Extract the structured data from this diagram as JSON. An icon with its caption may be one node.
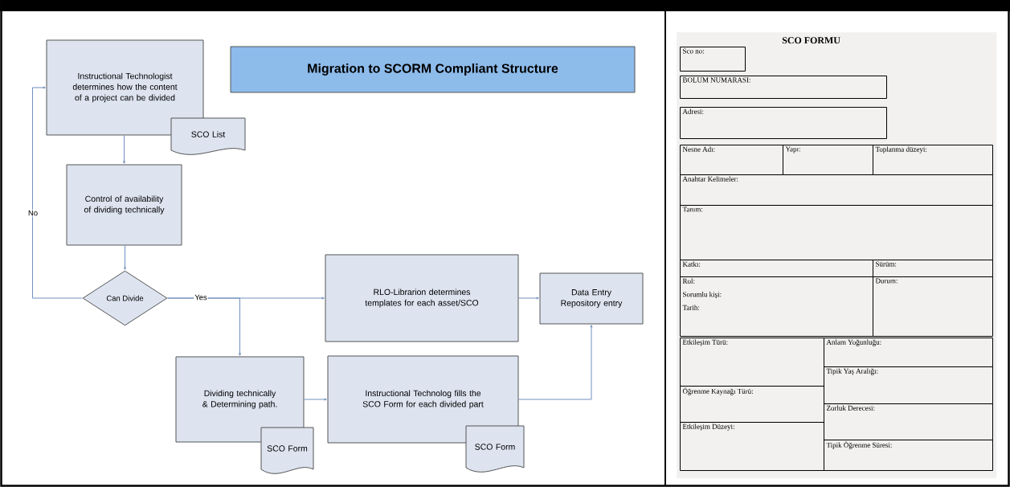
{
  "diagram": {
    "nodes": [
      {
        "text": [
          "Instructional Technologist determines how the content of a project can be divided"
        ]
      },
      {
        "text": [
          "SCO List"
        ]
      },
      {
        "text": [
          "Control of availability of dividing technically"
        ]
      },
      {
        "text": [
          "Can Divide"
        ]
      },
      {
        "text": [
          "Migration to SCORM Compliant Structure"
        ]
      },
      {
        "text": [
          "RLO-Librarion determines templates for each asset/SCO"
        ]
      },
      {
        "text": [
          "Data Entry Repository entry"
        ]
      },
      {
        "text": [
          "Dividing technically & Determining path."
        ]
      },
      {
        "text": [
          "SCO Form"
        ]
      },
      {
        "text": [
          "Instructional Technolog fills the SCO Form for each divided part"
        ]
      },
      {
        "text": [
          "SCO Form"
        ]
      },
      {
        "text": [
          "SCO FORMU"
        ]
      },
      {
        "text": [
          "Sco no:"
        ],
        "in": 11
      },
      {
        "text": [
          "BOLUM NUMARASI:"
        ],
        "in": 11
      },
      {
        "text": [
          "Adresi:"
        ],
        "in": 11
      },
      {
        "text": [
          "Nesne Adı:"
        ],
        "in": 11
      },
      {
        "text": [
          "Yapı:"
        ],
        "in": 11
      },
      {
        "text": [
          "Toplanma düzeyi:"
        ],
        "in": 11
      },
      {
        "text": [
          "Anahtar Kelimeler:"
        ],
        "in": 11
      },
      {
        "text": [
          "Tanım:"
        ],
        "in": 11
      },
      {
        "text": [
          "Katkı:"
        ],
        "in": 11
      },
      {
        "text": [
          "Sürüm:"
        ],
        "in": 11
      },
      {
        "text": [
          "Rol:",
          "Sorumlu kişi:",
          "Tarih:"
        ],
        "in": 11
      },
      {
        "text": [
          "Durum:"
        ],
        "in": 11
      },
      {
        "text": [
          "Etkileşim Türü:"
        ],
        "in": 11
      },
      {
        "text": [
          "Anlam Yoğunluğu:"
        ],
        "in": 11
      },
      {
        "text": [
          "Tipik Yaş Aralığı:"
        ],
        "in": 11
      },
      {
        "text": [
          "Öğrenme Kaynağı Türü:"
        ],
        "in": 11
      },
      {
        "text": [
          "Zorluk Derecesi:"
        ],
        "in": 11
      },
      {
        "text": [
          "Etkileşim Düzeyi:"
        ],
        "in": 11
      },
      {
        "text": [
          "Tipik Öğrenme Süresi:"
        ],
        "in": 11
      }
    ],
    "edges": [
      {
        "from": 0,
        "to": 2,
        "arrow": "to"
      },
      {
        "from": 2,
        "to": 3,
        "arrow": "to"
      },
      {
        "from": 3,
        "to": 0,
        "arrow": "to",
        "label": "No"
      },
      {
        "from": 3,
        "to": 5,
        "arrow": "to",
        "label": "Yes"
      },
      {
        "from": 3,
        "to": 7,
        "arrow": "to"
      },
      {
        "from": 5,
        "to": 6,
        "arrow": "to"
      },
      {
        "from": 7,
        "to": 9,
        "arrow": "to"
      },
      {
        "from": 9,
        "to": 6,
        "arrow": "to"
      }
    ]
  }
}
